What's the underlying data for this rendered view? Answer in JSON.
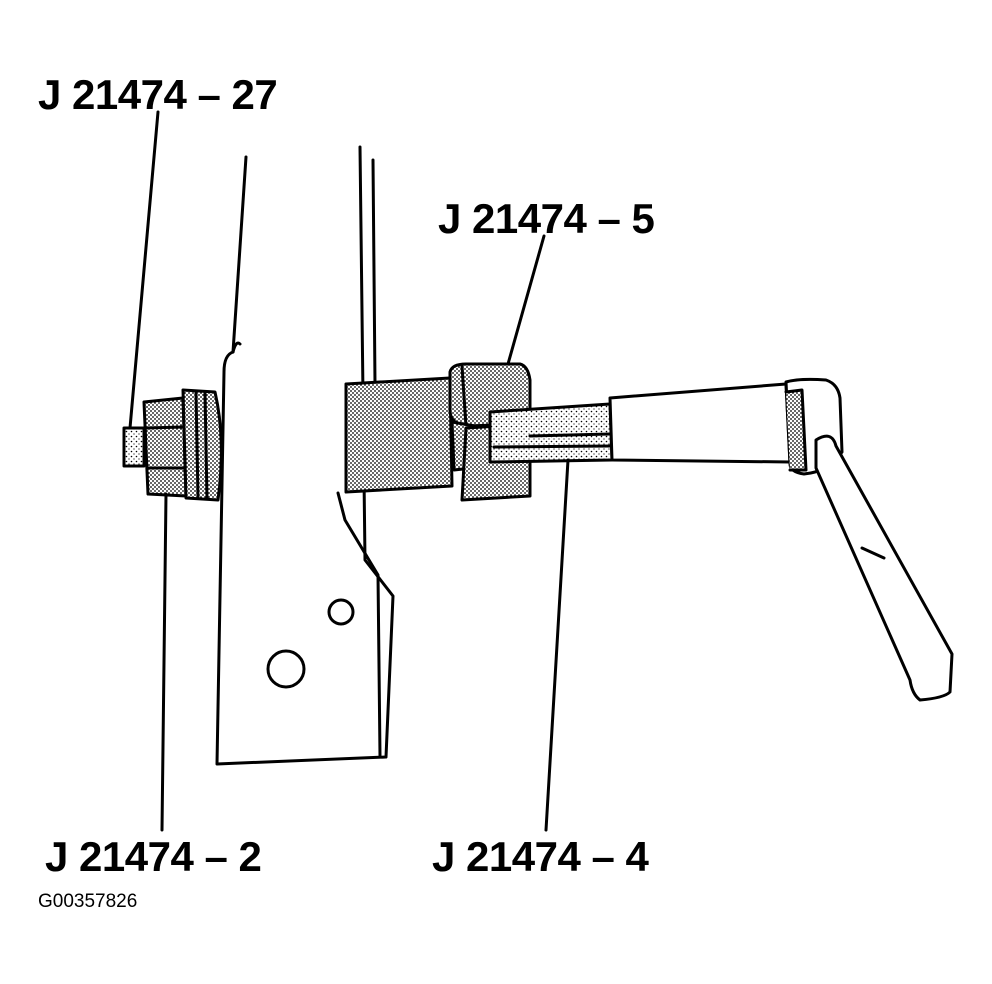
{
  "callouts": {
    "part_27": "J 21474 – 27",
    "part_5": "J 21474 – 5",
    "part_2": "J 21474 – 2",
    "part_4": "J 21474 – 4"
  },
  "figure_id": "G00357826",
  "colors": {
    "line": "#000000",
    "background": "#ffffff",
    "stipple": "#000000"
  }
}
